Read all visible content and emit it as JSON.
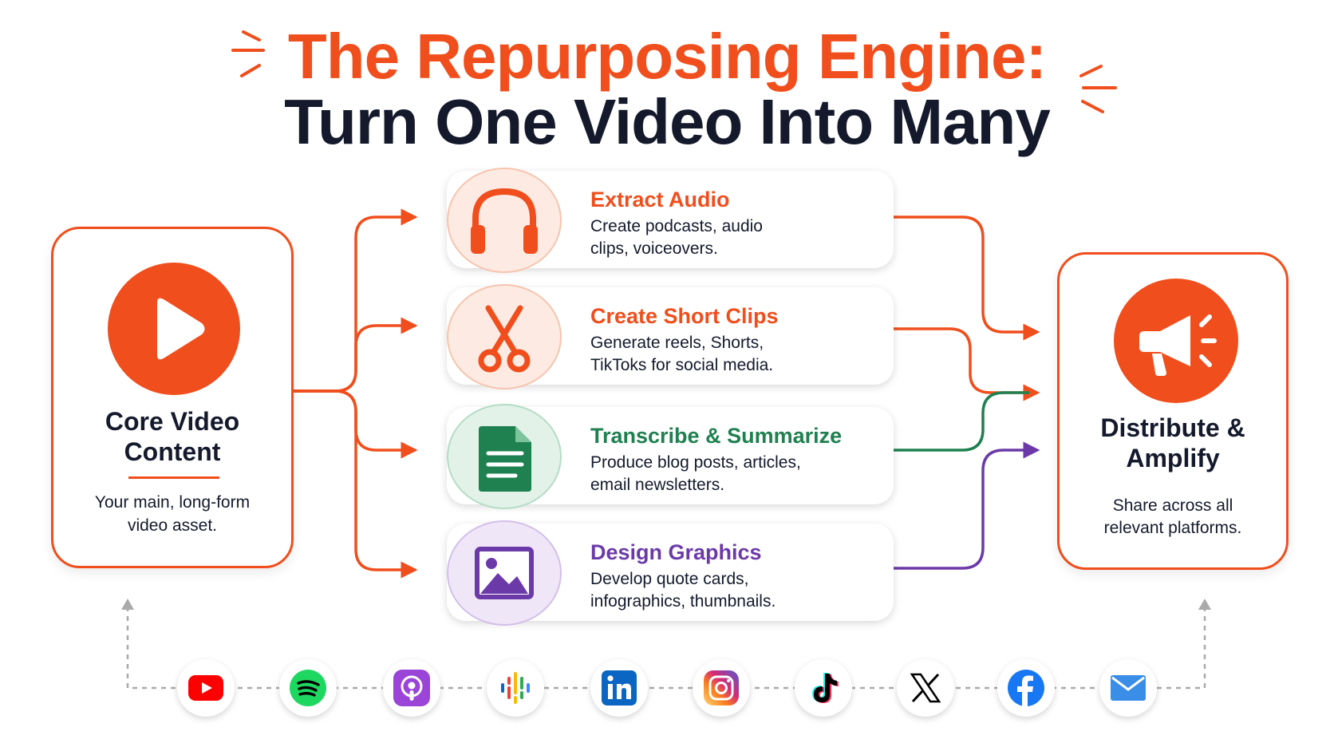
{
  "title": {
    "line1": "The Repurposing Engine:",
    "line2": "Turn One Video Into Many"
  },
  "source": {
    "title_line1": "Core Video",
    "title_line2": "Content",
    "description_line1": "Your main, long-form",
    "description_line2": "video asset.",
    "icon": "play-icon"
  },
  "steps": [
    {
      "title": "Extract Audio",
      "description_line1": "Create podcasts, audio",
      "description_line2": "clips, voiceovers.",
      "icon": "headphones-icon",
      "color": "#f04e1c",
      "tint": "#fdebe3"
    },
    {
      "title": "Create Short Clips",
      "description_line1": "Generate reels, Shorts,",
      "description_line2": "TikToks for social media.",
      "icon": "scissors-icon",
      "color": "#f04e1c",
      "tint": "#fdebe3"
    },
    {
      "title": "Transcribe & Summarize",
      "description_line1": "Produce blog posts, articles,",
      "description_line2": "email newsletters.",
      "icon": "document-icon",
      "color": "#1f8050",
      "tint": "#e2f2e9"
    },
    {
      "title": "Design Graphics",
      "description_line1": "Develop quote cards,",
      "description_line2": "infographics, thumbnails.",
      "icon": "image-icon",
      "color": "#6b3aa8",
      "tint": "#efe7f7"
    }
  ],
  "target": {
    "title_line1": "Distribute &",
    "title_line2": "Amplify",
    "description_line1": "Share across all",
    "description_line2": "relevant platforms.",
    "icon": "megaphone-icon"
  },
  "platforms": [
    {
      "name": "youtube",
      "icon": "youtube-icon",
      "color": "#ff0000"
    },
    {
      "name": "spotify",
      "icon": "spotify-icon",
      "color": "#1ed760"
    },
    {
      "name": "apple-podcasts",
      "icon": "apple-podcasts-icon",
      "color": "#9b44d8"
    },
    {
      "name": "google-podcasts",
      "icon": "google-podcasts-icon",
      "color": "#4285f4"
    },
    {
      "name": "linkedin",
      "icon": "linkedin-icon",
      "color": "#0a66c2"
    },
    {
      "name": "instagram",
      "icon": "instagram-icon",
      "color": "#e1306c"
    },
    {
      "name": "tiktok",
      "icon": "tiktok-icon",
      "color": "#000000"
    },
    {
      "name": "x",
      "icon": "x-icon",
      "color": "#000000"
    },
    {
      "name": "facebook",
      "icon": "facebook-icon",
      "color": "#1877f2"
    },
    {
      "name": "email",
      "icon": "email-icon",
      "color": "#3b8ee8"
    }
  ],
  "colors": {
    "accent": "#f04e1c",
    "dark_text": "#141a2c",
    "green": "#1f8050",
    "purple": "#6b3aa8",
    "dotted_line": "#aaaaaa"
  }
}
